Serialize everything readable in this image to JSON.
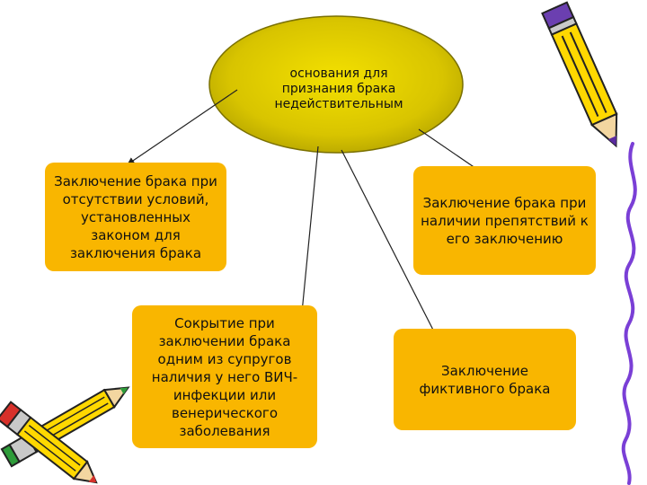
{
  "diagram": {
    "center_label": "основания для признания брака недействительным",
    "nodes": [
      "Заключение брака при отсутствии условий, установленных законом для заключения брака",
      "Заключение брака при наличии препятствий к его заключению",
      "Сокрытие при заключении брака одним из супругов наличия у него ВИЧ-инфекции или венерического заболевания",
      "Заключение фиктивного брака"
    ]
  },
  "colors": {
    "box_fill": "#f9b600",
    "oval_fill": "#d6c200",
    "line": "#222222"
  }
}
